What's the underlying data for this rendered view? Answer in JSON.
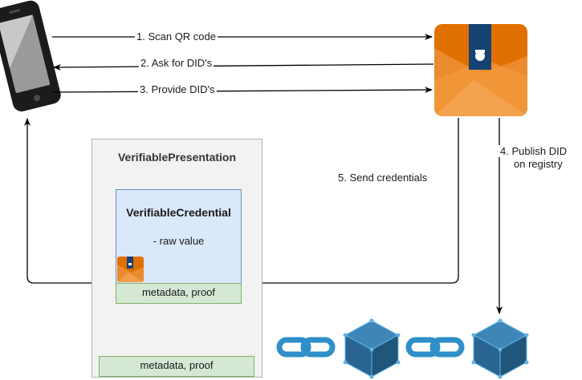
{
  "edges": {
    "scan_qr": "1. Scan QR code",
    "ask_dids": "2. Ask for DID's",
    "provide_dids": "3. Provide DID's",
    "publish_did": [
      "4. Publish DID",
      "on registry"
    ],
    "send_credentials": "5. Send credentials"
  },
  "verifiable_presentation": {
    "title": "VerifiablePresentation",
    "metadata": "metadata, proof"
  },
  "verifiable_credential": {
    "title": "VerifiableCredential",
    "value": "- raw value",
    "metadata": "metadata, proof"
  },
  "icons": {
    "phone": "smartphone-icon",
    "issuer": "government-envelope-icon",
    "registry": "blockchain-icon",
    "link": "chain-link-icon",
    "block": "cube-icon"
  },
  "colors": {
    "issuer_orange": "#e17000",
    "issuer_navy": "#154273",
    "cube": "#2f6f9a",
    "link": "#2f8fc9",
    "vc_fill": "#dae8fc",
    "meta_fill": "#d5e8d4",
    "vp_fill": "#f2f2f2"
  }
}
